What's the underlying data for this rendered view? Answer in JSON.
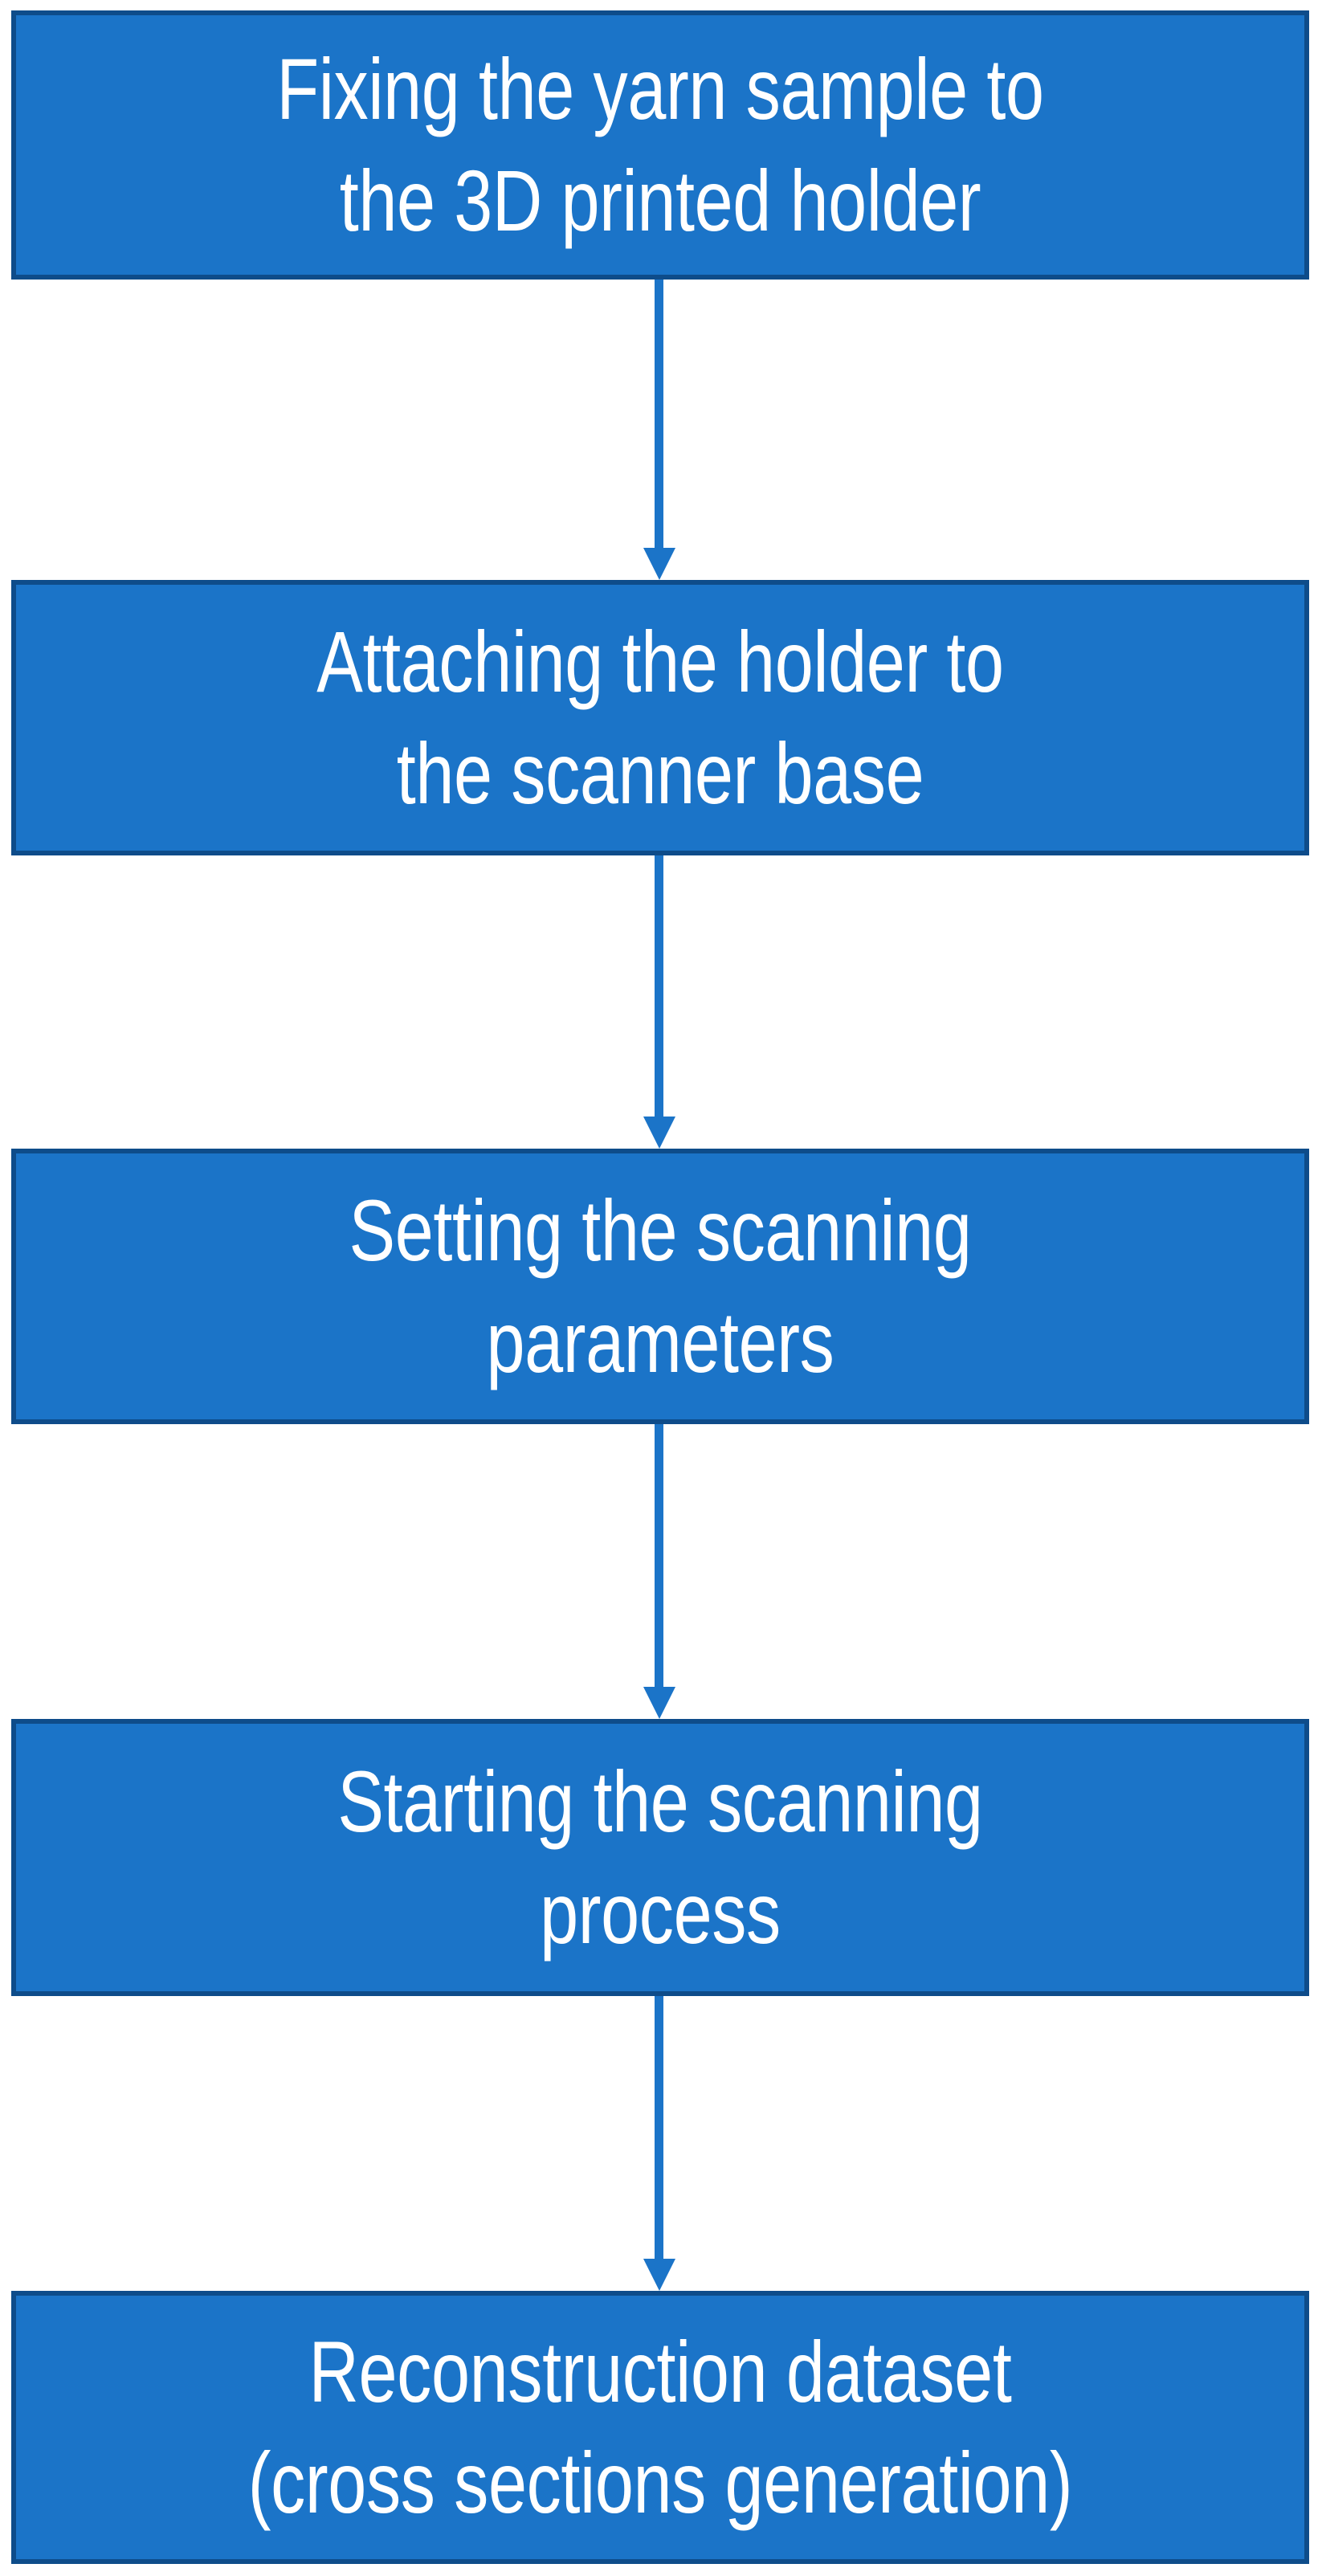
{
  "diagram": {
    "type": "flowchart",
    "orientation": "vertical",
    "colors": {
      "node_fill": "#1B74C8",
      "node_border": "#0E4C8A",
      "node_text": "#FFFFFF",
      "connector": "#1B74C8",
      "background": "#FFFFFF"
    },
    "nodes": [
      {
        "id": "node-1",
        "step": 1,
        "shape": "rectangle",
        "text": "Fixing the yarn sample to\nthe 3D printed holder"
      },
      {
        "id": "node-2",
        "step": 2,
        "shape": "rectangle",
        "text": "Attaching the holder to\nthe scanner base"
      },
      {
        "id": "node-3",
        "step": 3,
        "shape": "rectangle",
        "text": "Setting the scanning\nparameters"
      },
      {
        "id": "node-4",
        "step": 4,
        "shape": "rectangle",
        "text": "Starting the scanning\nprocess"
      },
      {
        "id": "node-5",
        "step": 5,
        "shape": "rectangle",
        "text": "Reconstruction dataset\n(cross sections generation)"
      }
    ],
    "connectors": [
      {
        "id": "connector-1",
        "from": "node-1",
        "to": "node-2",
        "style": "arrow-down",
        "label": ""
      },
      {
        "id": "connector-2",
        "from": "node-2",
        "to": "node-3",
        "style": "arrow-down",
        "label": ""
      },
      {
        "id": "connector-3",
        "from": "node-3",
        "to": "node-4",
        "style": "arrow-down",
        "label": ""
      },
      {
        "id": "connector-4",
        "from": "node-4",
        "to": "node-5",
        "style": "arrow-down",
        "label": ""
      }
    ]
  }
}
